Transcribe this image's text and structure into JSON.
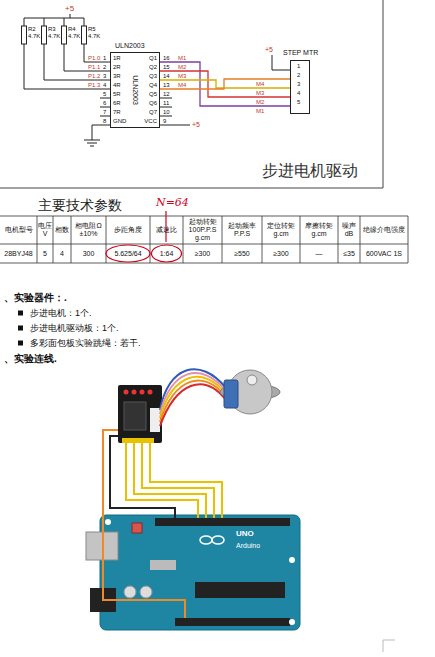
{
  "diagram": {
    "nodes": [
      {
        "text": [
          "ULN2003",
          "ULN2003"
        ]
      },
      {
        "text": [
          "STEP MTR"
        ]
      }
    ],
    "edges": [
      {
        "from": 0,
        "to": 1,
        "arrow": "none"
      },
      {
        "from": 0,
        "to": 1,
        "arrow": "none"
      },
      {
        "from": 0,
        "to": 1,
        "arrow": "none"
      },
      {
        "from": 0,
        "to": 1,
        "arrow": "none"
      }
    ],
    "labels": [
      "+5",
      "R5",
      "4.7K",
      "R4",
      "4.7K",
      "R3",
      "4.7K",
      "R2",
      "4.7K",
      "P1.0",
      "P1.1",
      "P1.2",
      "P1.3",
      "1",
      "2",
      "3",
      "4",
      "5",
      "6",
      "7",
      "8",
      "1R",
      "2R",
      "3R",
      "4R",
      "5R",
      "6R",
      "7R",
      "GND",
      "Q1",
      "Q2",
      "Q3",
      "Q4",
      "Q5",
      "Q6",
      "Q7",
      "VCC",
      "16",
      "15",
      "14",
      "13",
      "12",
      "11",
      "10",
      "9",
      "M1",
      "M2",
      "M3",
      "M4",
      "+5",
      "+5",
      "1",
      "2",
      "3",
      "4",
      "5",
      "M4",
      "M3",
      "M2",
      "M1",
      "步进电机驱动",
      "主要技术参数",
      "N=64",
      "电机型号",
      "电压 V",
      "相数",
      "相电阻Ω ±10%",
      "步距角度",
      "减速比",
      "起动转矩 100P.P.S g.cm",
      "起动频率 P.P.S",
      "定位转矩 g.cm",
      "摩擦转矩 g.cm",
      "噪声 dB",
      "绝缘介电强度",
      "28BYJ48",
      "5",
      "4",
      "300",
      "5.625/64",
      "1:64",
      "≥300",
      "≥550",
      "≥300",
      "—",
      "≤35",
      "600VAC 1S",
      "、实验器件：.",
      "步进电机：1个.",
      "步进电机驱动板：1个.",
      "多彩面包板实验跳绳：若干.",
      "、实验连线.",
      "UNO",
      "Arduino"
    ]
  }
}
